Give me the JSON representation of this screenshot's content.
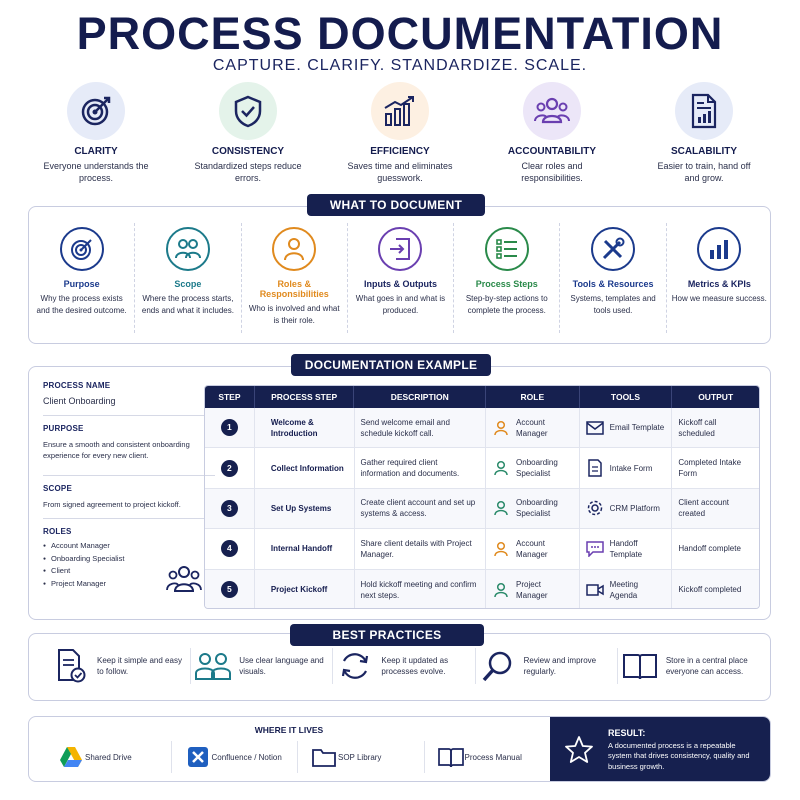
{
  "header": {
    "title": "PROCESS DOCUMENTATION",
    "subtitle": "CAPTURE. CLARIFY. STANDARDIZE. SCALE."
  },
  "pillars": [
    {
      "title": "CLARITY",
      "desc": "Everyone understands the process.",
      "icon": "target-icon",
      "bg": "#e6ebf8"
    },
    {
      "title": "CONSISTENCY",
      "desc": "Standardized steps reduce errors.",
      "icon": "shield-check-icon",
      "bg": "#e4f3ea"
    },
    {
      "title": "EFFICIENCY",
      "desc": "Saves time and eliminates guesswork.",
      "icon": "bar-chart-growth-icon",
      "bg": "#fdf0e2"
    },
    {
      "title": "ACCOUNTABILITY",
      "desc": "Clear roles and responsibilities.",
      "icon": "team-icon",
      "bg": "#ece6f8"
    },
    {
      "title": "SCALABILITY",
      "desc": "Easier to train, hand off and grow.",
      "icon": "document-chart-icon",
      "bg": "#e6ebf8"
    }
  ],
  "what_to_document": {
    "label": "WHAT TO DOCUMENT",
    "items": [
      {
        "title": "Purpose",
        "desc": "Why the process exists and the desired outcome.",
        "color": "#1b3a8c",
        "icon": "target-icon"
      },
      {
        "title": "Scope",
        "desc": "Where the process starts, ends and what it includes.",
        "color": "#1c7a8a",
        "icon": "people-icon"
      },
      {
        "title": "Roles & Responsibilities",
        "desc": "Who is involved and what is their role.",
        "color": "#e08a1e",
        "icon": "person-icon"
      },
      {
        "title": "Inputs & Outputs",
        "desc": "What goes in and what is produced.",
        "color": "#6a3fb0",
        "icon": "input-output-icon"
      },
      {
        "title": "Process Steps",
        "desc": "Step-by-step actions to complete the process.",
        "color": "#2a8a4a",
        "icon": "checklist-icon"
      },
      {
        "title": "Tools & Resources",
        "desc": "Systems, templates and tools used.",
        "color": "#1b3a8c",
        "icon": "tools-icon"
      },
      {
        "title": "Metrics & KPIs",
        "desc": "How we measure success.",
        "color": "#1b3a8c",
        "icon": "bar-chart-icon"
      }
    ]
  },
  "example": {
    "label": "DOCUMENTATION EXAMPLE",
    "process_name_label": "PROCESS NAME",
    "process_name": "Client Onboarding",
    "purpose_label": "PURPOSE",
    "purpose": "Ensure a smooth and consistent onboarding experience for every new client.",
    "scope_label": "SCOPE",
    "scope": "From signed agreement to project kickoff.",
    "roles_label": "ROLES",
    "roles": [
      "Account Manager",
      "Onboarding Specialist",
      "Client",
      "Project Manager"
    ],
    "columns": [
      "STEP",
      "PROCESS STEP",
      "DESCRIPTION",
      "ROLE",
      "TOOLS",
      "OUTPUT"
    ],
    "rows": [
      {
        "num": "1",
        "step": "Welcome & Introduction",
        "desc": "Send welcome email and schedule kickoff call.",
        "role": "Account Manager",
        "role_color": "#e08a1e",
        "tool": "Email Template",
        "tool_icon": "email-icon",
        "output": "Kickoff call scheduled"
      },
      {
        "num": "2",
        "step": "Collect Information",
        "desc": "Gather required client information and documents.",
        "role": "Onboarding Specialist",
        "role_color": "#2a8a6a",
        "tool": "Intake Form",
        "tool_icon": "form-icon",
        "output": "Completed Intake Form"
      },
      {
        "num": "3",
        "step": "Set Up Systems",
        "desc": "Create client account and set up systems & access.",
        "role": "Onboarding Specialist",
        "role_color": "#2a8a6a",
        "tool": "CRM Platform",
        "tool_icon": "gear-icon",
        "output": "Client account created"
      },
      {
        "num": "4",
        "step": "Internal Handoff",
        "desc": "Share client details with Project Manager.",
        "role": "Account Manager",
        "role_color": "#e08a1e",
        "tool": "Handoff Template",
        "tool_icon": "chat-icon",
        "output": "Handoff complete"
      },
      {
        "num": "5",
        "step": "Project Kickoff",
        "desc": "Hold kickoff meeting and confirm next steps.",
        "role": "Project Manager",
        "role_color": "#2a8a6a",
        "tool": "Meeting Agenda",
        "tool_icon": "video-icon",
        "output": "Kickoff completed"
      }
    ]
  },
  "best_practices": {
    "label": "BEST PRACTICES",
    "items": [
      {
        "text": "Keep it simple and easy to follow.",
        "icon": "document-check-icon"
      },
      {
        "text": "Use clear language and visuals.",
        "icon": "people-icon"
      },
      {
        "text": "Keep it updated as processes evolve.",
        "icon": "refresh-icon"
      },
      {
        "text": "Review and improve regularly.",
        "icon": "magnifier-icon"
      },
      {
        "text": "Store in a central place everyone can access.",
        "icon": "book-icon"
      }
    ]
  },
  "where_it_lives": {
    "label": "WHERE IT LIVES",
    "items": [
      {
        "text": "Shared Drive",
        "icon": "drive-icon"
      },
      {
        "text": "Confluence / Notion",
        "icon": "confluence-icon"
      },
      {
        "text": "SOP Library",
        "icon": "folder-icon"
      },
      {
        "text": "Process Manual",
        "icon": "book-icon"
      }
    ]
  },
  "result": {
    "title": "RESULT:",
    "text": "A documented process is a repeatable system that drives consistency, quality and business growth."
  }
}
